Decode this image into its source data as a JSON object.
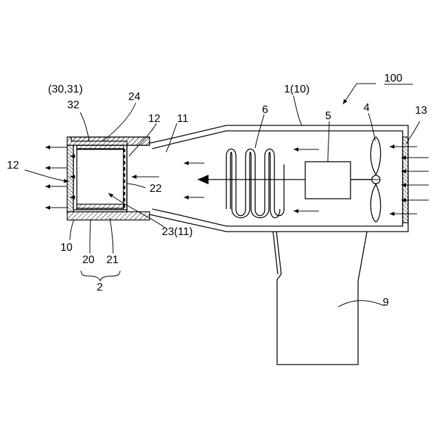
{
  "labels": {
    "ref_100": "100",
    "ref_1_10": "1(10)",
    "ref_30_31": "(30,31)",
    "ref_32": "32",
    "ref_24": "24",
    "ref_12_top": "12",
    "ref_11": "11",
    "ref_6": "6",
    "ref_5": "5",
    "ref_4": "4",
    "ref_13": "13",
    "ref_12_left": "12",
    "ref_22": "22",
    "ref_23_11": "23(11)",
    "ref_10": "10",
    "ref_20": "20",
    "ref_21": "21",
    "ref_2": "2",
    "ref_9": "9"
  }
}
